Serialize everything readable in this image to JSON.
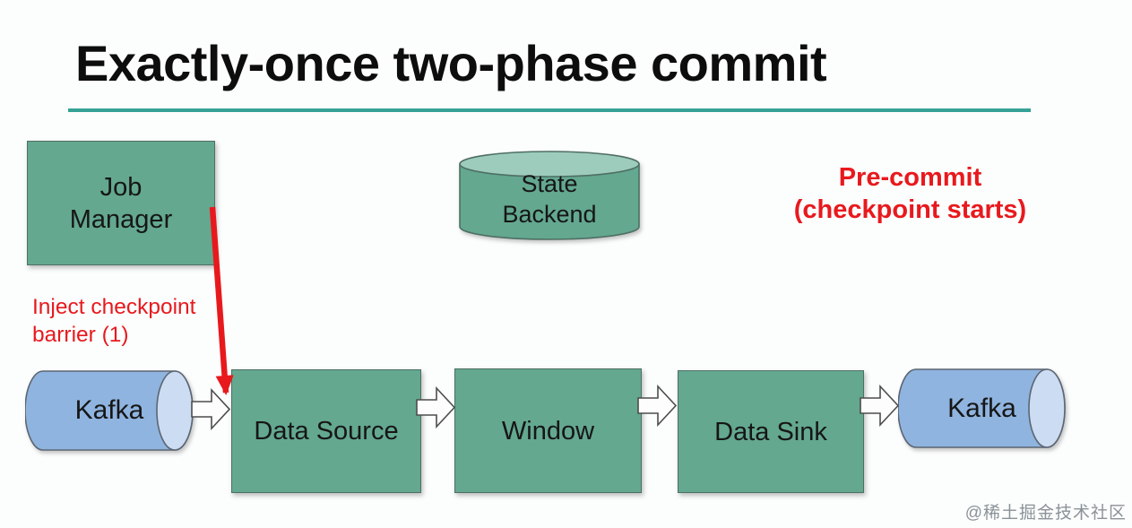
{
  "title": "Exactly-once two-phase commit",
  "colors": {
    "accent_teal_underline": "#35a295",
    "node_green": "#63a88f",
    "cylinder_top_green": "#9dccbc",
    "kafka_blue": "#8fb4df",
    "kafka_cap_blue": "#ccdcf2",
    "annotation_red": "#e8191d",
    "watermark_gray": "#8a9298"
  },
  "annotations": {
    "pre_commit": {
      "line1": "Pre-commit",
      "line2": "(checkpoint starts)"
    },
    "inject_barrier": {
      "line1": "Inject checkpoint",
      "line2": "barrier (1)"
    }
  },
  "nodes": {
    "job_manager": {
      "line1": "Job",
      "line2": "Manager"
    },
    "state_backend": {
      "line1": "State",
      "line2": "Backend"
    },
    "kafka_left": {
      "label": "Kafka"
    },
    "data_source": {
      "label": "Data Source"
    },
    "window": {
      "label": "Window"
    },
    "data_sink": {
      "label": "Data Sink"
    },
    "kafka_right": {
      "label": "Kafka"
    }
  },
  "watermark": "@稀土掘金技术社区"
}
